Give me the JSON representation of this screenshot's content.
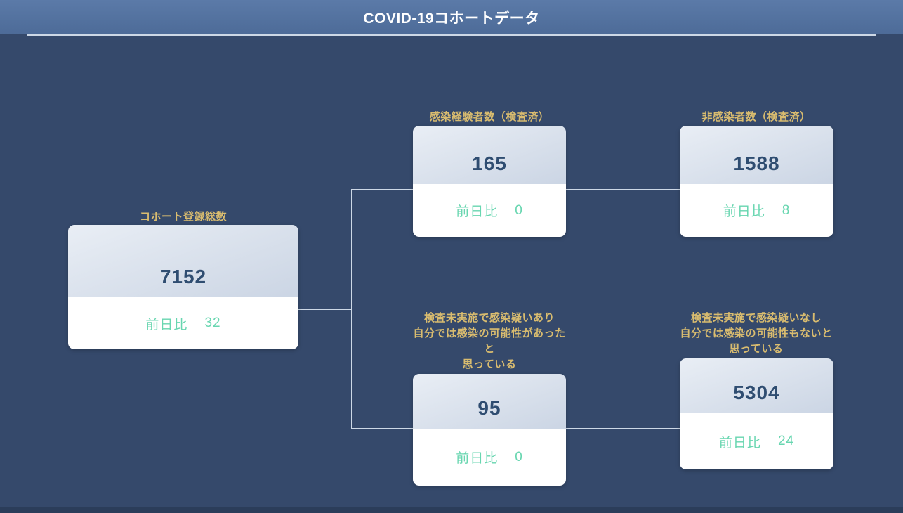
{
  "header": {
    "title": "COVID-19コホートデータ"
  },
  "cards": {
    "root": {
      "label": "コホート登録総数",
      "value": "7152",
      "delta_label": "前日比",
      "delta_value": "32"
    },
    "infected_tested": {
      "label": "感染経験者数（検査済）",
      "value": "165",
      "delta_label": "前日比",
      "delta_value": "0"
    },
    "not_infected_tested": {
      "label": "非感染者数（検査済）",
      "value": "1588",
      "delta_label": "前日比",
      "delta_value": "8"
    },
    "untested_suspected": {
      "label": "検査未実施で感染疑いあり\n自分では感染の可能性があった\nと\n思っている",
      "value": "95",
      "delta_label": "前日比",
      "delta_value": "0"
    },
    "untested_not_suspected": {
      "label": "検査未実施で感染疑いなし\n自分では感染の可能性もないと\n思っている",
      "value": "5304",
      "delta_label": "前日比",
      "delta_value": "24"
    }
  },
  "colors": {
    "bg": "#35496b",
    "header_top": "#5b7aa8",
    "header_bottom": "#4d6b98",
    "footer": "#2b3d5a",
    "line": "#cdd8e6",
    "accent_gold": "#d9bc6f",
    "accent_mint": "#68d6b0",
    "value_navy": "#2f4d71",
    "card_grad_top": "#e9eef5",
    "card_grad_bottom": "#cbd5e4"
  }
}
